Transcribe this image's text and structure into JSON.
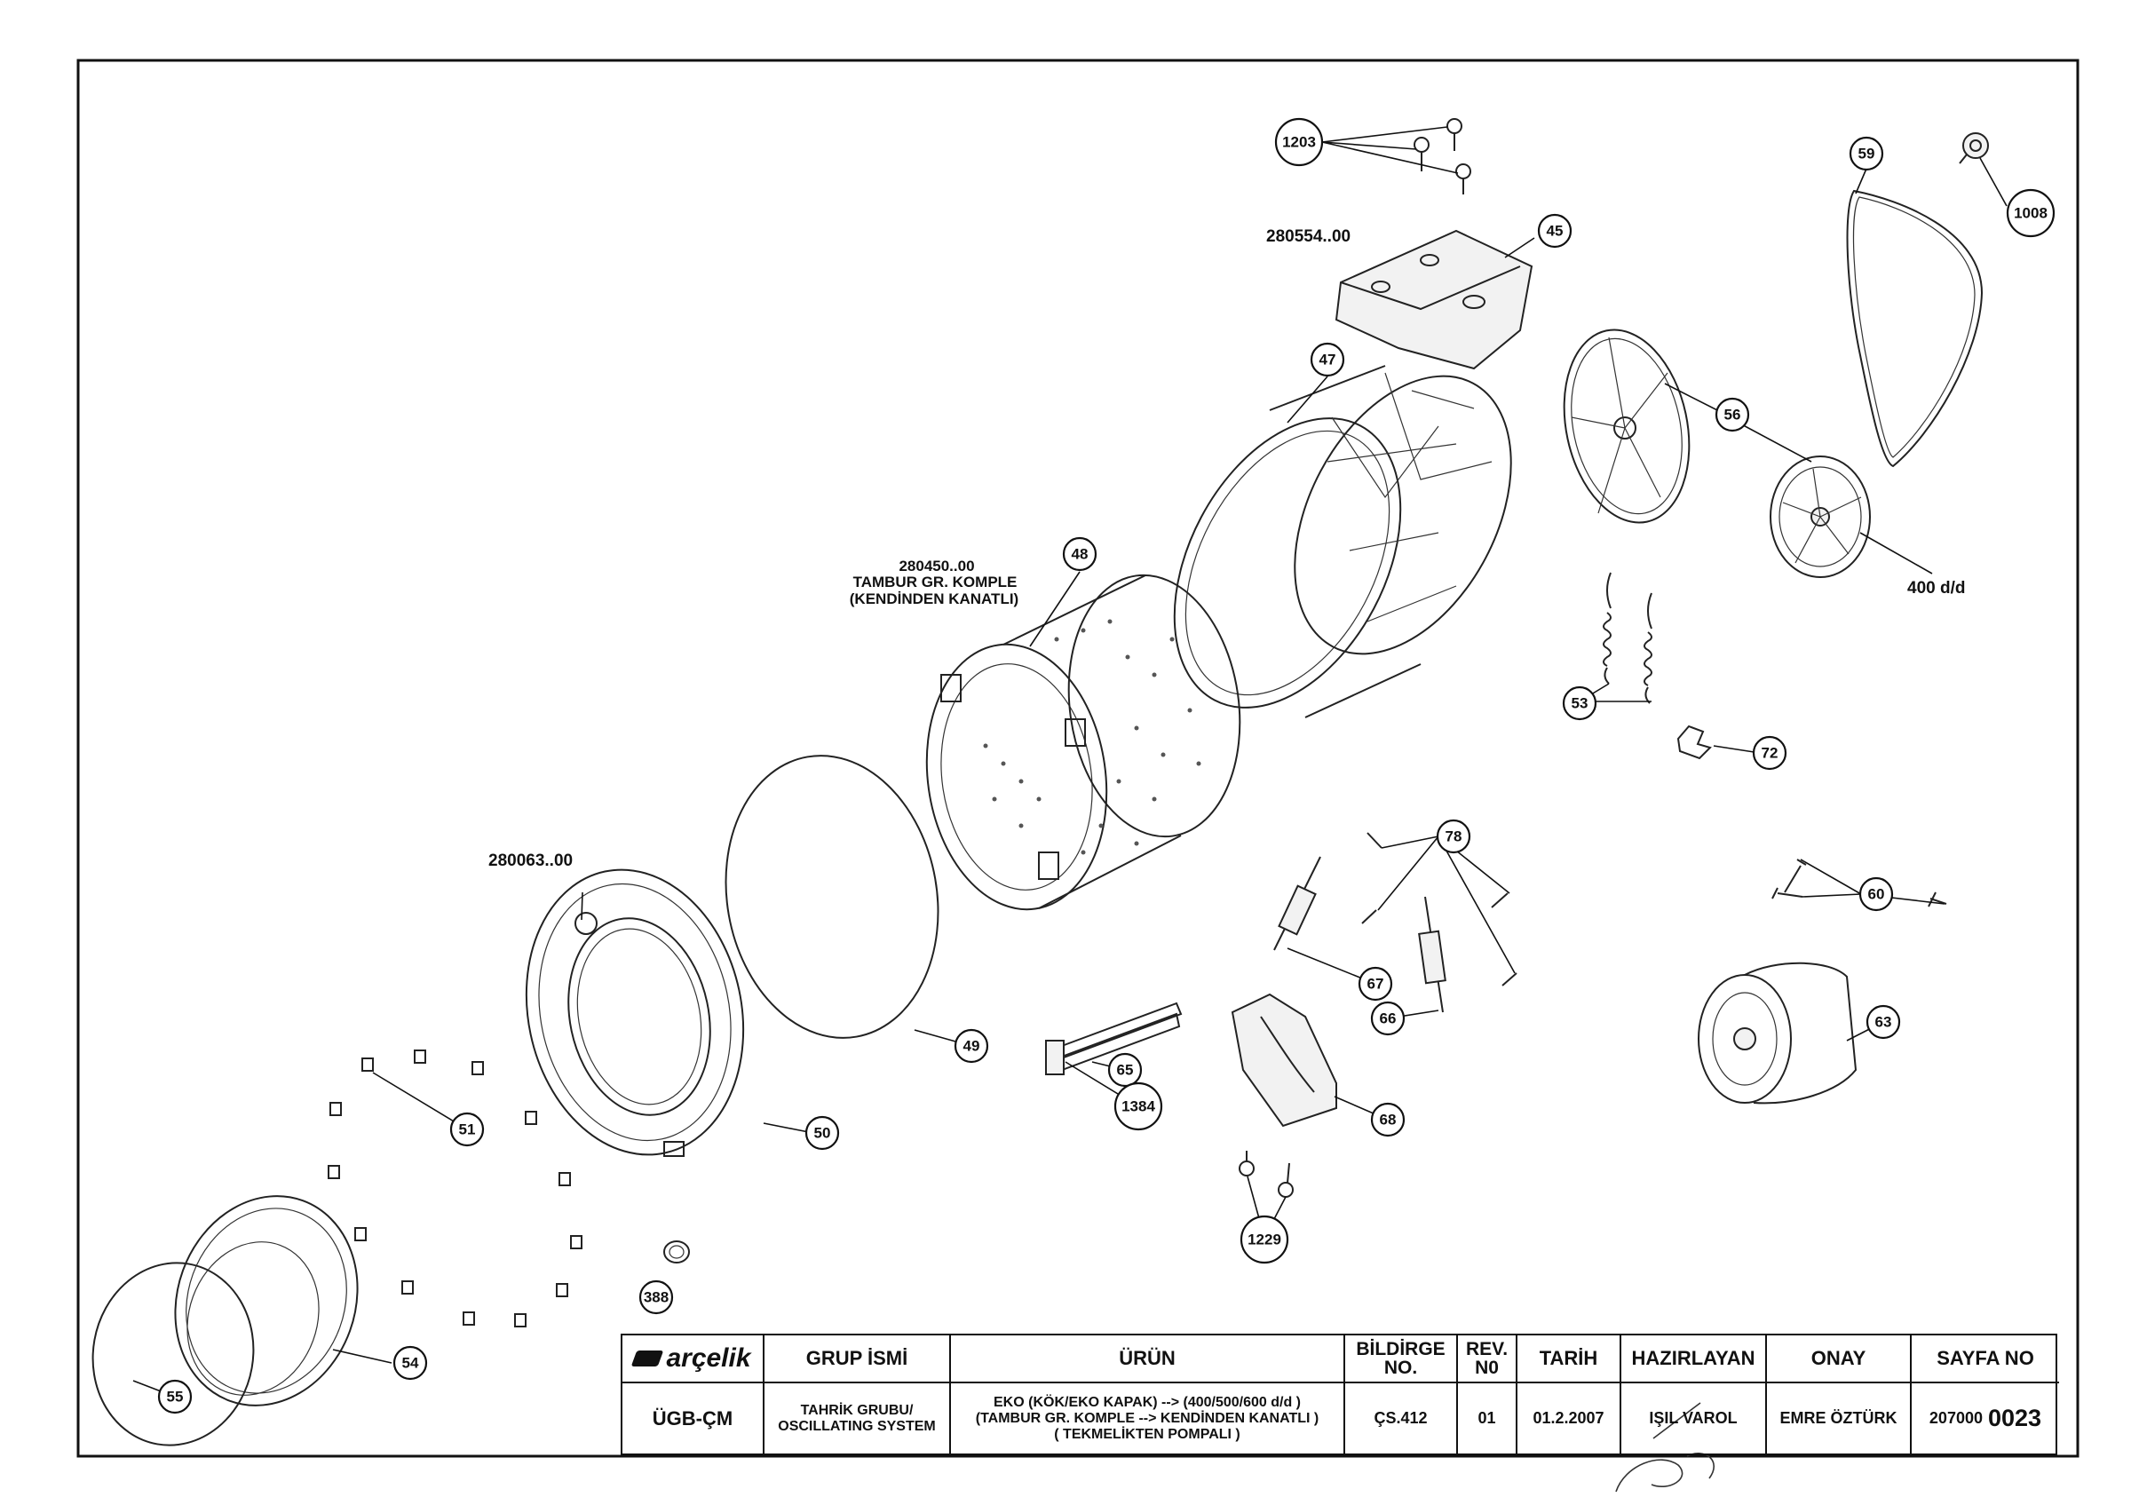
{
  "callouts": {
    "c1203": "1203",
    "c1008": "1008",
    "c59": "59",
    "c45": "45",
    "c47": "47",
    "c56": "56",
    "c48": "48",
    "c53": "53",
    "c72": "72",
    "c78": "78",
    "c60": "60",
    "c67": "67",
    "c66": "66",
    "c63": "63",
    "c65": "65",
    "c1384": "1384",
    "c68": "68",
    "c49": "49",
    "c50": "50",
    "c51": "51",
    "c388": "388",
    "c1229": "1229",
    "c54": "54",
    "c55": "55"
  },
  "labels": {
    "code_280554": "280554..00",
    "code_280450": "280450..00",
    "tambur_line1": "TAMBUR GR. KOMPLE",
    "tambur_line2": "(KENDİNDEN KANATLI)",
    "code_280063": "280063..00",
    "pulley_size": "400 d/d"
  },
  "titleblock": {
    "logo_text": "arçelik",
    "h_grup": "GRUP İSMİ",
    "h_urun": "ÜRÜN",
    "h_bildirge": "BİLDİRGE NO.",
    "h_rev": "REV. N0",
    "h_tarih": "TARİH",
    "h_hazirlayan": "HAZIRLAYAN",
    "h_onay": "ONAY",
    "h_sayfa": "SAYFA NO",
    "v_code": "ÜGB-ÇM",
    "v_grup": "TAHRİK GRUBU/\nOSCILLATING SYSTEM",
    "v_urun": "EKO (KÖK/EKO KAPAK) --> (400/500/600 d/d )\n(TAMBUR GR. KOMPLE --> KENDİNDEN KANATLI )\n( TEKMELİKTEN POMPALI )",
    "v_bildirge": "ÇS.412",
    "v_rev": "01",
    "v_tarih": "01.2.2007",
    "v_hazirlayan": "IŞIL VAROL",
    "v_onay": "EMRE ÖZTÜRK",
    "v_sayfa_prefix": "207000",
    "v_sayfa_number": "0023"
  }
}
